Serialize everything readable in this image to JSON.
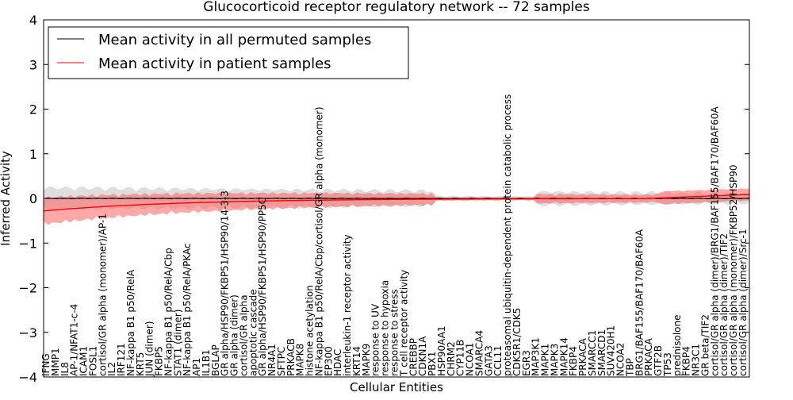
{
  "chart_data": {
    "type": "line",
    "title": "Glucocorticoid receptor regulatory network -- 72 samples",
    "xlabel": "Cellular Entities",
    "ylabel": "Inferred Activity",
    "ylim": [
      -4,
      4
    ],
    "yticks": [
      -4,
      -3,
      -2,
      -1,
      0,
      1,
      2,
      3,
      4
    ],
    "ytick_labels": [
      "−4",
      "−3",
      "−2",
      "−1",
      "0",
      "1",
      "2",
      "3",
      "4"
    ],
    "grid": false,
    "legend_position": "top-left",
    "series": [
      {
        "name": "Mean activity in all permuted samples",
        "color": "#000000"
      },
      {
        "name": "Mean activity in patient samples",
        "color": "#ff0000"
      }
    ],
    "bands": {
      "permuted_fill": "#c8c8c8",
      "patient_fill": "#ff6060"
    },
    "entity_labels": [
      "IFNG",
      "MMP1",
      "IL8",
      "AP-1/NFAT1-c-4",
      "ICAM1",
      "FOSL1",
      "cortisol/GR alpha (monomer)/AP-1",
      "IL2",
      "IRF121",
      "NF-kappa B1 p50/RelA",
      "KRT5",
      "JUN (dimer)",
      "FKBP5",
      "NF-kappa B1 p50/RelA/Cbp",
      "STAT1 (dimer)",
      "NF-kappa B1 p50/RelA/PKAc",
      "AP1",
      "IL1B1",
      "BGLAP",
      "GR alpha/HSP90/FKBP51/HSP90/14-3-3",
      "GR alpha (dimer)",
      "cortisol/GR alpha",
      "apoptotic cascade",
      "GR alpha/HSP90/FKBP51/HSP90/PP5C",
      "NR4A1",
      "SFTPC",
      "PRKACB",
      "MAPK8",
      "histone acetylation",
      "NF-kappa B1 p50/RelA/Cbp/cortisol/GR alpha (monomer)",
      "EP300",
      "HDAC",
      "interleukin-1 receptor activity",
      "KRT14",
      "MAPK9",
      "response to UV",
      "response to hypoxia",
      "response to stress",
      "T cell receptor activity",
      "CREBBP",
      "CDKN1A",
      "PBX1",
      "HSP90AA1",
      "CHRM2",
      "CYP11B",
      "NCOA1",
      "SMARCA4",
      "GATA3",
      "CCL11",
      "proteasomal ubiquitin-dependent protein catabolic process",
      "CDK5R1/CDK5",
      "EGR3",
      "MAP3K1",
      "MAPK1",
      "MAPK3",
      "MAPK14",
      "FKBP4",
      "PRKACA",
      "SMARCC1",
      "SMARCD1",
      "SUV420H1",
      "NCOA2",
      "TBP",
      "BRG1/BAF155/BAF170/BAF60A",
      "PRKACA",
      "GTF2B",
      "TP53",
      "prednisolone",
      "FKBP4",
      "NR3C1",
      "GR beta/TIF2",
      "cortisol/GR alpha (dimer)/BRG1/BAF155/BAF170/BAF60A",
      "cortisol/GR alpha (dimer)/TIF2",
      "cortisol/GR alpha (monomer)/FKBP52/HSP90",
      "cortisol/GR alpha (dimer)/Src-1"
    ]
  }
}
